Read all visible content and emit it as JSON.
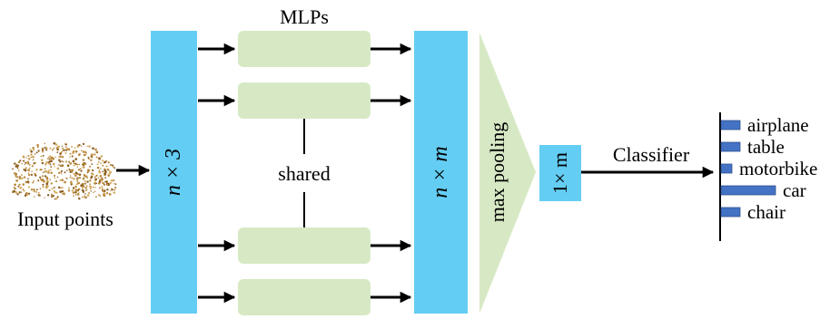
{
  "labels": {
    "mlps": "MLPs",
    "input_points": "Input points",
    "shared": "shared",
    "max_pooling": "max pooling",
    "classifier": "Classifier"
  },
  "blocks": {
    "input_dim": "n × 3",
    "feature_dim": "n × m",
    "pooled_dim": "1× m"
  },
  "classes": [
    {
      "label": "airplane",
      "score": 0.35
    },
    {
      "label": "table",
      "score": 0.35
    },
    {
      "label": "motorbike",
      "score": 0.2
    },
    {
      "label": "car",
      "score": 1.0
    },
    {
      "label": "chair",
      "score": 0.35
    }
  ],
  "colors": {
    "block": "#64cdf3",
    "mlp": "#d7e9c4",
    "pooling": "#d7e9c4",
    "bar": "#4472c4",
    "point_cloud": "#b98a3e"
  }
}
